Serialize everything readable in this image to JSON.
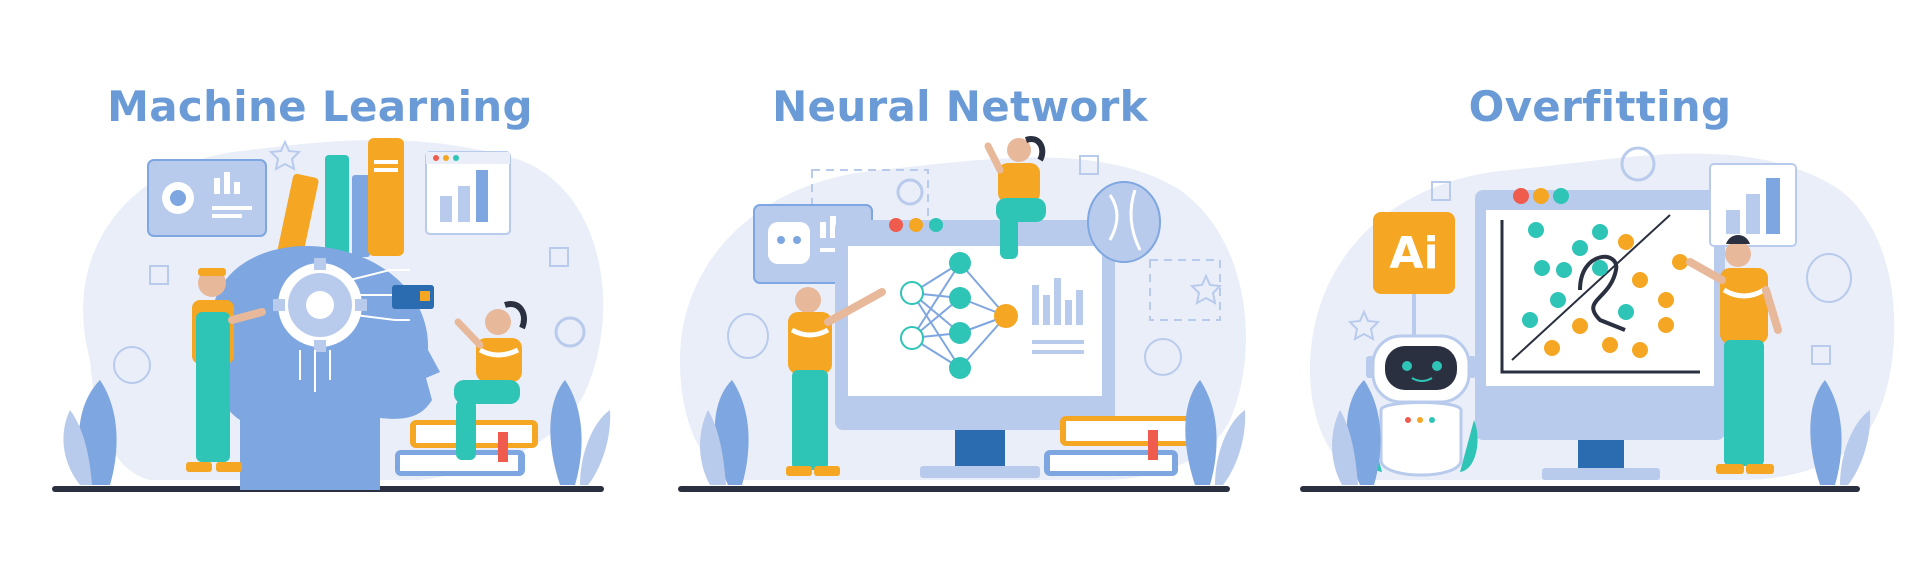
{
  "colors": {
    "title_blue": "#6b9bd6",
    "blob_bg": "#e9eef8",
    "accent_blue": "#7ea6e0",
    "dark_navy": "#2b3040",
    "orange": "#f5a623",
    "teal": "#2ec4b6",
    "red_dot": "#ef5b4c",
    "screen_white": "#ffffff",
    "ground": "#3a3f4b"
  },
  "panels": [
    {
      "title": "Machine Learning",
      "illustration": "head-gear-books-scene"
    },
    {
      "title": "Neural Network",
      "illustration": "monitor-neural-diagram-scene"
    },
    {
      "title": "Overfitting",
      "illustration": "robot-scatter-plot-scene"
    }
  ],
  "overfitting_badge": "Ai"
}
